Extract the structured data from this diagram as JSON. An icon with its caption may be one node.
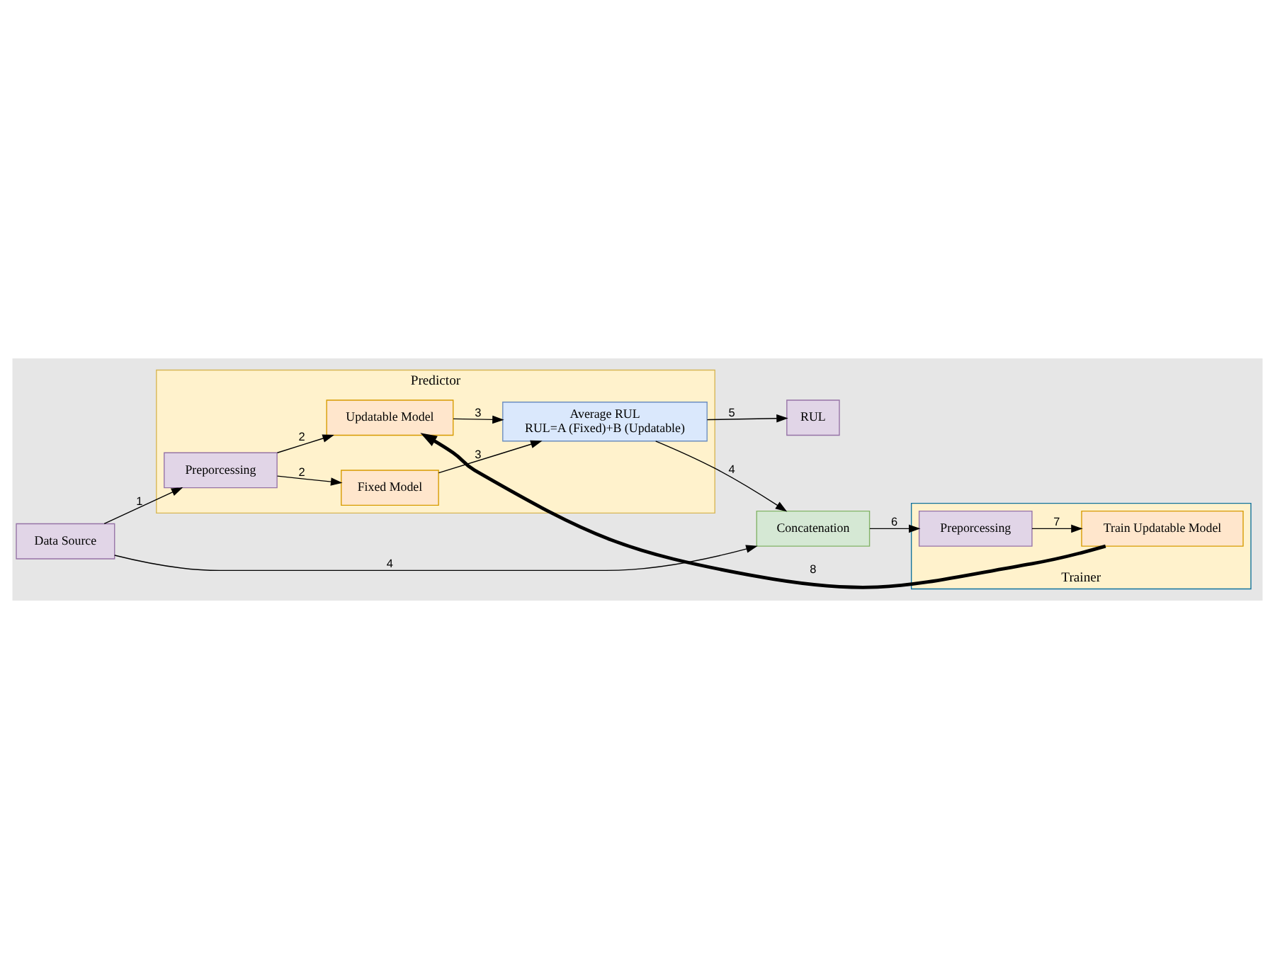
{
  "diagram": {
    "nodes": [
      {
        "text": [
          "Predictor"
        ]
      },
      {
        "text": [
          "Data Source"
        ]
      },
      {
        "text": [
          "Preporcessing"
        ],
        "in": 0
      },
      {
        "text": [
          "Fixed Model"
        ],
        "in": 0
      },
      {
        "text": [
          "Updatable Model"
        ],
        "in": 0
      },
      {
        "text": [
          "Average RUL",
          "RUL=A (Fixed)+B (Updatable)"
        ],
        "in": 0
      },
      {
        "text": [
          "RUL"
        ]
      },
      {
        "text": [
          "Concatenation"
        ]
      },
      {
        "text": [
          "Trainer"
        ]
      },
      {
        "text": [
          "Preporcessing"
        ],
        "in": 8
      },
      {
        "text": [
          "Train Updatable Model"
        ],
        "in": 8
      }
    ],
    "edges": [
      {
        "from": 1,
        "to": 2,
        "arrow": "to",
        "label": "1"
      },
      {
        "from": 2,
        "to": 3,
        "arrow": "to",
        "label": "2"
      },
      {
        "from": 2,
        "to": 4,
        "arrow": "to",
        "label": "2"
      },
      {
        "from": 3,
        "to": 5,
        "arrow": "to",
        "label": "3"
      },
      {
        "from": 4,
        "to": 5,
        "arrow": "to",
        "label": "3"
      },
      {
        "from": 5,
        "to": 6,
        "arrow": "to",
        "label": "5"
      },
      {
        "from": 1,
        "to": 7,
        "arrow": "to",
        "label": "4"
      },
      {
        "from": 5,
        "to": 7,
        "arrow": "to",
        "label": "4"
      },
      {
        "from": 7,
        "to": 9,
        "arrow": "to",
        "label": "6"
      },
      {
        "from": 9,
        "to": 10,
        "arrow": "to",
        "label": "7"
      },
      {
        "from": 10,
        "to": 4,
        "arrow": "to",
        "label": "8",
        "style": "thick"
      }
    ]
  }
}
